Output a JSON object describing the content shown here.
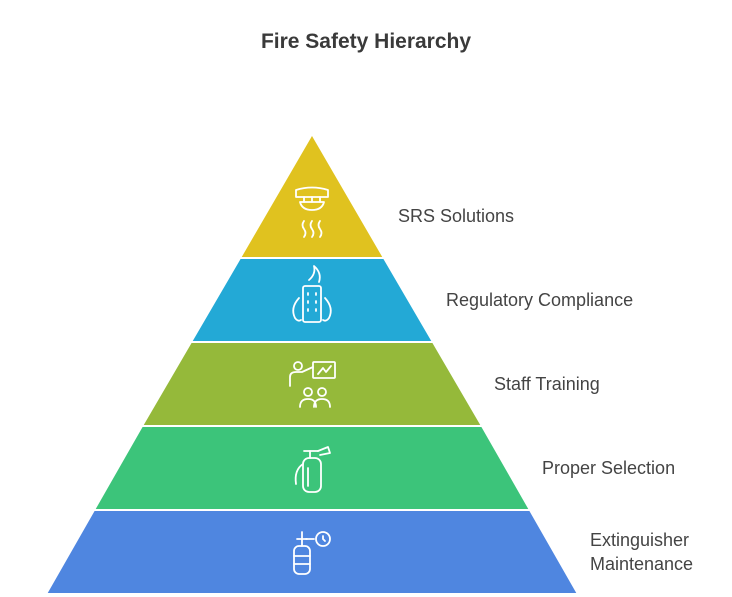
{
  "title": "Fire Safety Hierarchy",
  "levels": [
    {
      "label": "SRS Solutions",
      "icon": "smoke-detector-icon",
      "color": "#e0c21f"
    },
    {
      "label": "Regulatory Compliance",
      "icon": "building-fire-icon",
      "color": "#23a9d6"
    },
    {
      "label": "Staff Training",
      "icon": "training-presentation-icon",
      "color": "#95b93a"
    },
    {
      "label": "Proper Selection",
      "icon": "fire-extinguisher-icon",
      "color": "#3cc47a"
    },
    {
      "label": "Extinguisher Maintenance",
      "icon": "extinguisher-gauge-icon",
      "color": "#4f86e0"
    }
  ]
}
